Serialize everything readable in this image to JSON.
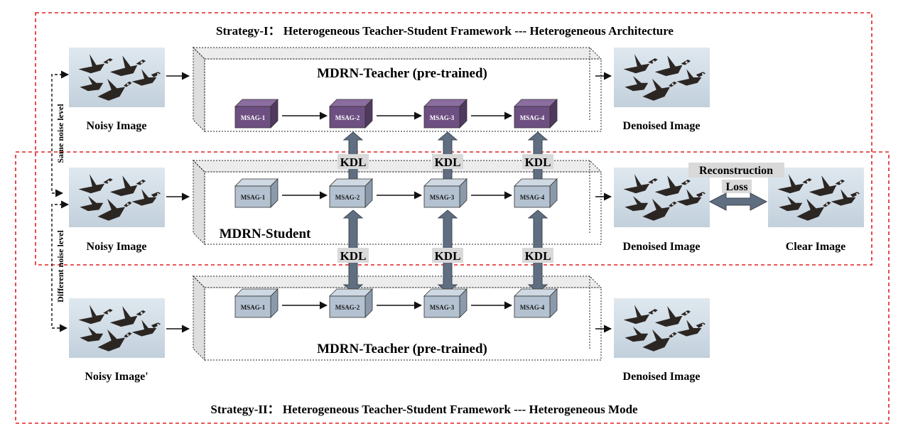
{
  "strategy1_title": "Strategy-I： Heterogeneous Teacher-Student Framework --- Heterogeneous Architecture",
  "strategy2_title": "Strategy-II： Heterogeneous Teacher-Student Framework --- Heterogeneous Mode",
  "teacher1_title": "MDRN-Teacher (pre-trained)",
  "student_title": "MDRN-Student",
  "teacher2_title": "MDRN-Teacher (pre-trained)",
  "blocks": [
    "MSAG-1",
    "MSAG-2",
    "MSAG-3",
    "MSAG-4"
  ],
  "kdl": "KDL",
  "images": {
    "noisy": "Noisy Image",
    "noisy_prime": "Noisy Image'",
    "denoised": "Denoised Image",
    "clear": "Clear Image"
  },
  "side_labels": {
    "same": "Same noise level",
    "different": "Different noise level"
  },
  "reconstruction": "Reconstruction",
  "loss": "Loss",
  "colors": {
    "teacher_cube": "#6e4f82",
    "student_cube": "#b3c1d0",
    "kdl_arrow": "#5f6e80",
    "strategy_border": "#e02020"
  }
}
